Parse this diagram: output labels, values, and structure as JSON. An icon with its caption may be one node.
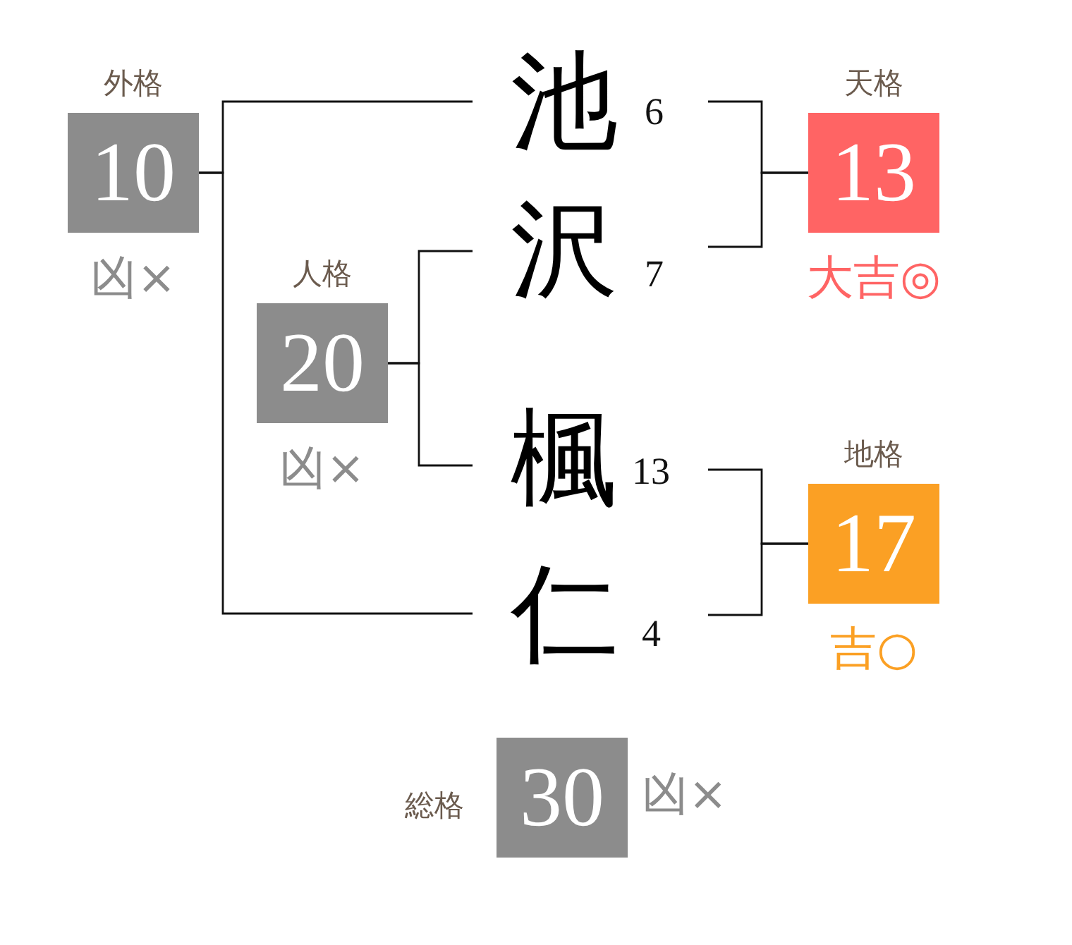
{
  "diagram": {
    "nodes": [
      {
        "text": [
          "外格",
          "10"
        ],
        "beside": [
          "凶×"
        ]
      },
      {
        "text": [
          "池"
        ],
        "beside": [
          "6"
        ]
      },
      {
        "text": [
          "天格",
          "13"
        ],
        "beside": [
          "大吉◎"
        ]
      },
      {
        "text": [
          "沢"
        ],
        "beside": [
          "7"
        ]
      },
      {
        "text": [
          "人格",
          "20"
        ],
        "beside": [
          "凶×"
        ]
      },
      {
        "text": [
          "楓"
        ],
        "beside": [
          "13"
        ]
      },
      {
        "text": [
          "地格",
          "17"
        ],
        "beside": [
          "吉○"
        ]
      },
      {
        "text": [
          "仁"
        ],
        "beside": [
          "4"
        ]
      },
      {
        "text": [
          "総格",
          "30"
        ],
        "beside": [
          "凶×"
        ]
      }
    ],
    "edges": [
      {
        "from": 1,
        "to": 0,
        "arrow": "none"
      },
      {
        "from": 7,
        "to": 0,
        "arrow": "none"
      },
      {
        "from": 1,
        "to": 2,
        "arrow": "none"
      },
      {
        "from": 3,
        "to": 2,
        "arrow": "none"
      },
      {
        "from": 3,
        "to": 4,
        "arrow": "none"
      },
      {
        "from": 5,
        "to": 4,
        "arrow": "none"
      },
      {
        "from": 5,
        "to": 6,
        "arrow": "none"
      },
      {
        "from": 7,
        "to": 6,
        "arrow": "none"
      }
    ]
  }
}
